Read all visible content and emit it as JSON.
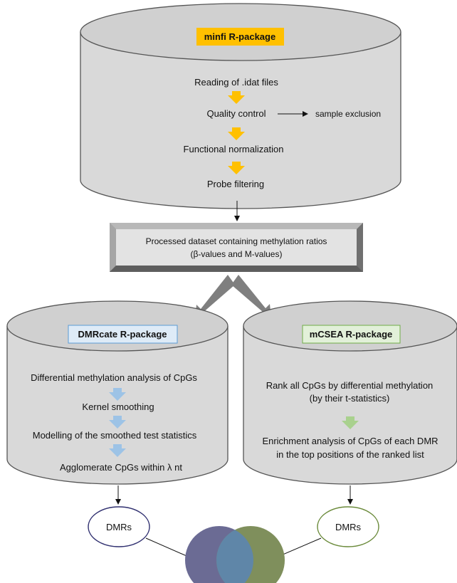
{
  "top_cylinder": {
    "package_label": "minfi R-package",
    "package_label_bg": "#ffc000",
    "steps": [
      "Reading of .idat files",
      "Quality control",
      "Functional normalization",
      "Probe filtering"
    ],
    "side_note": "sample exclusion",
    "arrow_color": "#ffc000"
  },
  "processed_box": {
    "line1": "Processed dataset containing methylation ratios",
    "line2": "(β-values and M-values)"
  },
  "left_cylinder": {
    "package_label": "DMRcate R-package",
    "package_label_bg": "#deebf7",
    "package_label_border": "#5b9bd5",
    "steps": [
      "Differential methylation analysis of CpGs",
      "Kernel smoothing",
      "Modelling of the smoothed test statistics",
      "Agglomerate CpGs within  λ nt"
    ],
    "arrow_color": "#9dc3e6"
  },
  "right_cylinder": {
    "package_label": "mCSEA R-package",
    "package_label_bg": "#e2f0d9",
    "package_label_border": "#70ad47",
    "step1_line1": "Rank all CpGs by differential methylation",
    "step1_line2": "(by their t-statistics)",
    "step2_line1": "Enrichment analysis of CpGs of each DMR",
    "step2_line2": "in the top positions of the ranked list",
    "arrow_color": "#a9d18e"
  },
  "outputs": {
    "left_label": "DMRs",
    "right_label": "DMRs",
    "left_border": "#2f2f6f",
    "right_border": "#6a8a3a"
  },
  "venn": {
    "left_color": "#6b6b94",
    "right_color": "#7f8f5c",
    "overlap_color": "#5f86a8"
  }
}
